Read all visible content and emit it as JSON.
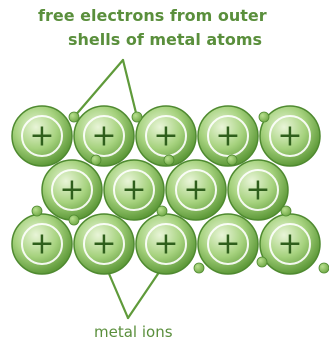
{
  "labels": {
    "electrons_line1": "free electrons  from outer",
    "electrons_line2": "shells of metal atoms",
    "ions": "metal ions"
  },
  "ion_symbol": "+",
  "colors": {
    "ion_light": "#e9f5d8",
    "ion_mid": "#a6d27e",
    "ion_dark": "#5f9a3a",
    "ion_stroke": "#4f8a30",
    "electron": "#6fa845",
    "line": "#5f9a3a",
    "label": "#5a8f3c"
  },
  "lattice": {
    "rows": [
      {
        "ions": 5
      },
      {
        "ions": 4
      },
      {
        "ions": 5
      }
    ]
  },
  "electron_count": 13,
  "annotations": {
    "electrons_pointer_targets": 2,
    "ions_pointer_targets": 2
  }
}
